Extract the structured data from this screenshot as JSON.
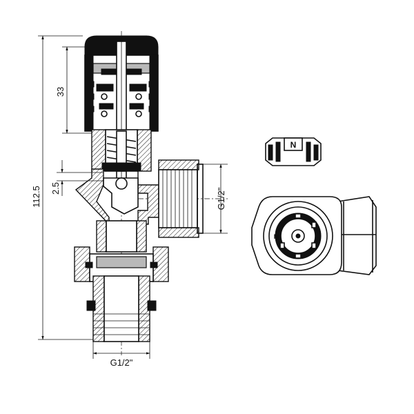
{
  "dimensions": {
    "overall_height": "112.5",
    "cap_height": "33",
    "offset": "2.5",
    "side_thread": "G1/2\"",
    "bottom_thread": "G1/2\""
  },
  "cap_marking": "N",
  "dial_marking": "N"
}
